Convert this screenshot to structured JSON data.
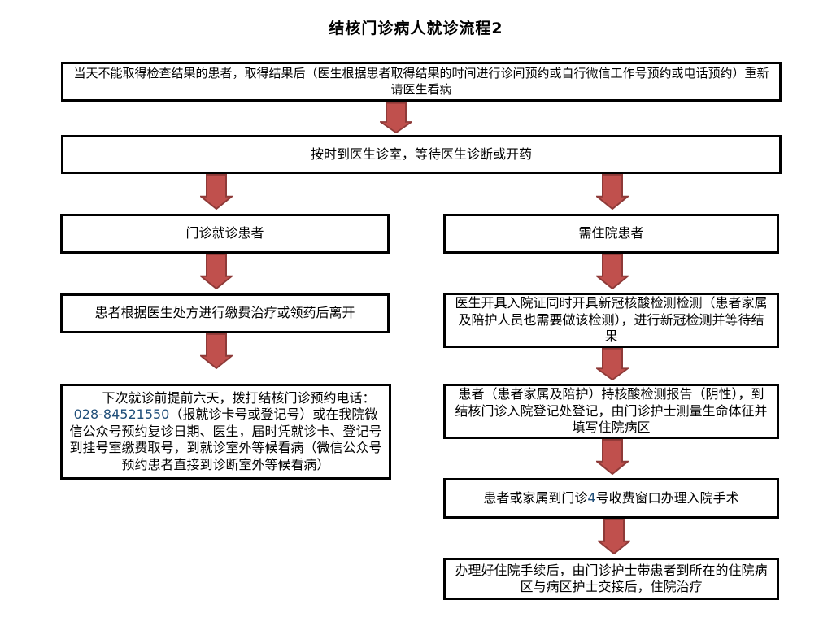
{
  "title": "结核门诊病人就诊流程2",
  "colors": {
    "arrow-fill": "#c0504d",
    "arrow-stroke": "#8e3a38",
    "box-border": "#000000",
    "highlight-blue": "#1f4e79"
  },
  "flow": {
    "box_wait_result": "当天不能取得检查结果的患者，取得结果后（医生根据患者取得结果的时间进行诊间预约或自行微信工作号预约或电话预约）重新请医生看病",
    "box_on_time": "按时到医生诊室，等待医生诊断或开药",
    "box_outpatient": "门诊就诊患者",
    "box_inpatient": "需住院患者",
    "box_pay_leave": "患者根据医生处方进行缴费治疗或领药后离开",
    "box_admission_test": "医生开具入院证同时开具新冠核酸检测检测（患者家属及陪护人员也需要做该检测），进行新冠检测并等待结果",
    "box_next_visit": {
      "before": "下次就诊前提前六天，拨打结核门诊预约电话：",
      "phone": "028-84521550",
      "after": "（报就诊卡号或登记号）或在我院微信公众号预约复诊日期、医生，届时凭就诊卡、登记号到挂号室缴费取号，到就诊室外等候看病（微信公众号预约患者直接到诊断室外等候看病）"
    },
    "box_register": "患者（患者家属及陪护）持核酸检测报告（阴性），到结核门诊入院登记处登记，由门诊护士测量生命体征并填写住院病区",
    "box_fee_window": {
      "before": "患者或家属到门诊",
      "num": "4",
      "after": "号收费窗口办理入院手术"
    },
    "box_ward": "办理好住院手续后，由门诊护士带患者到所在的住院病区与病区护士交接后，住院治疗"
  }
}
